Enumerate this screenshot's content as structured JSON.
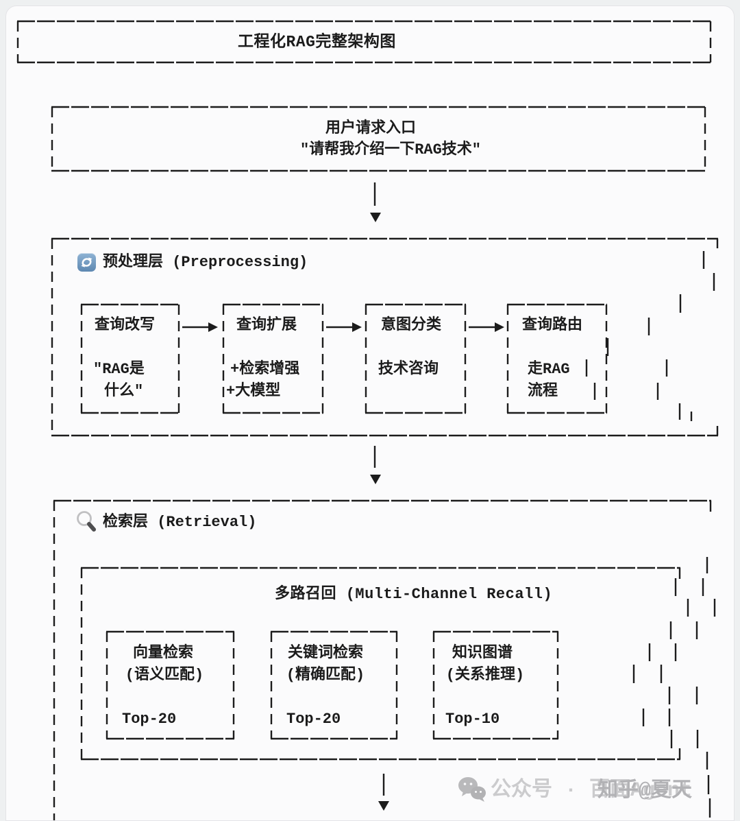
{
  "title": "工程化RAG完整架构图",
  "user_entry": {
    "line1": "用户请求入口",
    "line2": "\"请帮我介绍一下RAG技术\""
  },
  "preprocessing": {
    "header": "预处理层 (Preprocessing)",
    "icon": "cycle-arrows-icon",
    "boxes": [
      {
        "title": "查询改写",
        "line1": "\"RAG是",
        "line2": "什么\""
      },
      {
        "title": "查询扩展",
        "line1": "+检索增强",
        "line2": "+大模型"
      },
      {
        "title": "意图分类",
        "line1": "技术咨询",
        "line2": ""
      },
      {
        "title": "查询路由",
        "line1": "走RAG",
        "line2": "流程"
      }
    ]
  },
  "retrieval": {
    "header": "检索层 (Retrieval)",
    "icon": "magnifier-icon",
    "recall": {
      "title": "多路召回 (Multi-Channel Recall)",
      "boxes": [
        {
          "title": "向量检索",
          "subtitle": "(语义匹配)",
          "top": "Top-20"
        },
        {
          "title": "关键词检索",
          "subtitle": "(精确匹配)",
          "top": "Top-20"
        },
        {
          "title": "知识图谱",
          "subtitle": "(关系推理)",
          "top": "Top-10"
        }
      ]
    }
  },
  "watermark": {
    "wechat_text": "公众号 · 百面Agent",
    "zhihu_text": "知乎@夏天"
  },
  "colors": {
    "line": "#1c1c1c",
    "text": "#1b1b1b",
    "icon_blue": "#5d88b1",
    "watermark_gray": "#c4c4c6"
  }
}
